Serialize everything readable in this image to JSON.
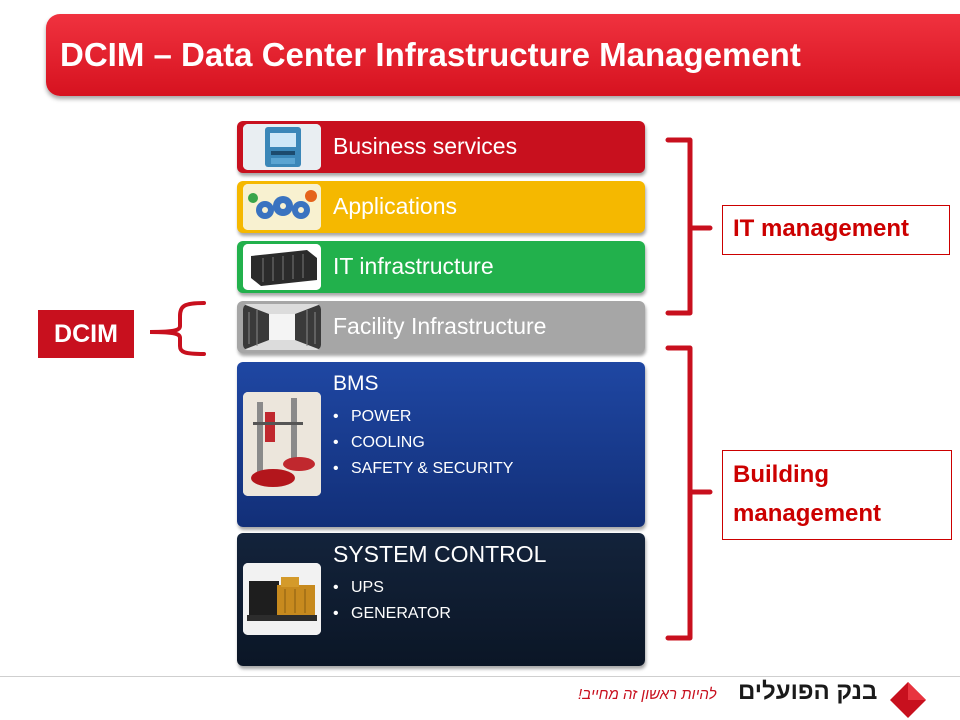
{
  "title": "DCIM – Data Center Infrastructure Management",
  "layers": [
    {
      "label": "Business services",
      "color": "#c8101e",
      "text_color": "#ffffff",
      "icon": "atm-icon"
    },
    {
      "label": "Applications",
      "color": "#f5b800",
      "text_color": "#ffffff",
      "icon": "gears-icon"
    },
    {
      "label": "IT infrastructure",
      "color": "#22b14c",
      "text_color": "#ffffff",
      "icon": "server-rack-icon"
    },
    {
      "label": "Facility Infrastructure",
      "color": "#a6a6a6",
      "text_color": "#ffffff",
      "icon": "data-hall-icon"
    },
    {
      "label": "BMS",
      "color": "#173a8c",
      "text_color": "#ffffff",
      "icon": "fire-suppression-icon",
      "bullets": [
        "POWER",
        "COOLING",
        "SAFETY & SECURITY"
      ]
    },
    {
      "label": "SYSTEM CONTROL",
      "color": "#0e1b2e",
      "text_color": "#ffffff",
      "icon": "generator-icon",
      "bullets": [
        "UPS",
        "GENERATOR"
      ]
    }
  ],
  "labels": {
    "dcim": "DCIM",
    "it_management": "IT management",
    "building_management_line1": "Building",
    "building_management_line2": "management"
  },
  "footer": {
    "logo_name": "בנק הפועלים",
    "slogan": "להיות ראשון זה מחייב!"
  },
  "colors": {
    "brand_red": "#c8101e",
    "bracket": "#c8101e"
  }
}
